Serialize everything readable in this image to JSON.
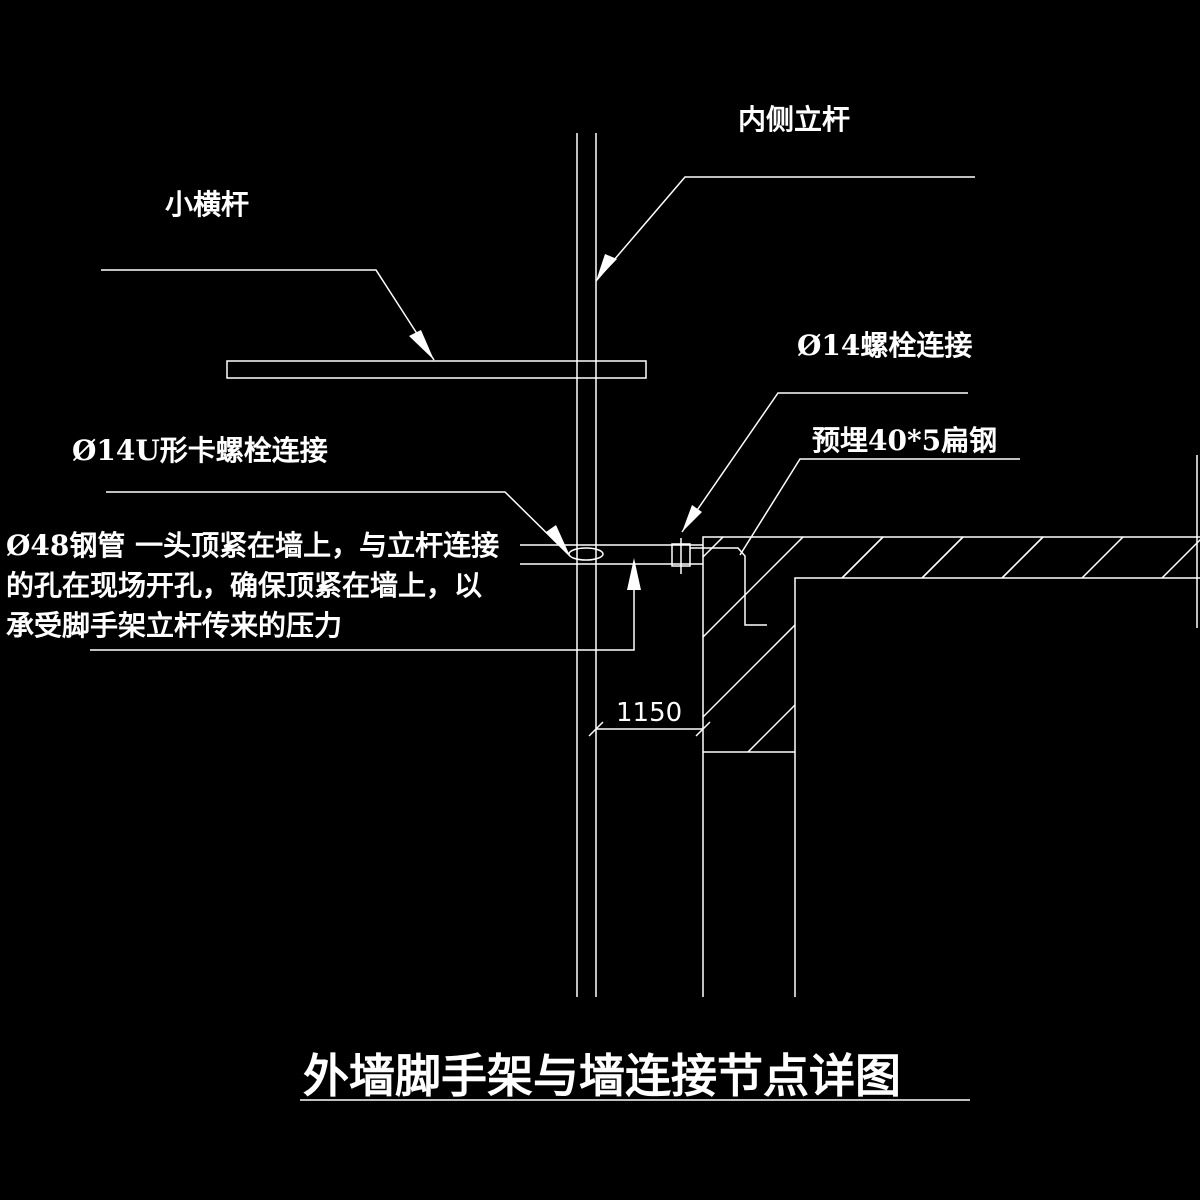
{
  "title": "外墙脚手架与墙连接节点详图",
  "labels": {
    "inner_pole": "内侧立杆",
    "small_crossbar": "小横杆",
    "bolt": "Ø14螺栓连接",
    "flat_steel": "预埋40*5扁钢",
    "u_bolt": "Ø14U形卡螺栓连接",
    "steel_pipe_line1": "Ø48钢管 一头顶紧在墙上，与立杆连接",
    "steel_pipe_line2": "的孔在现场开孔，确保顶紧在墙上，以",
    "steel_pipe_line3": "承受脚手架立杆传来的压力"
  },
  "dimension": "1150",
  "colors": {
    "background": "#000000",
    "lines": "#ffffff"
  }
}
